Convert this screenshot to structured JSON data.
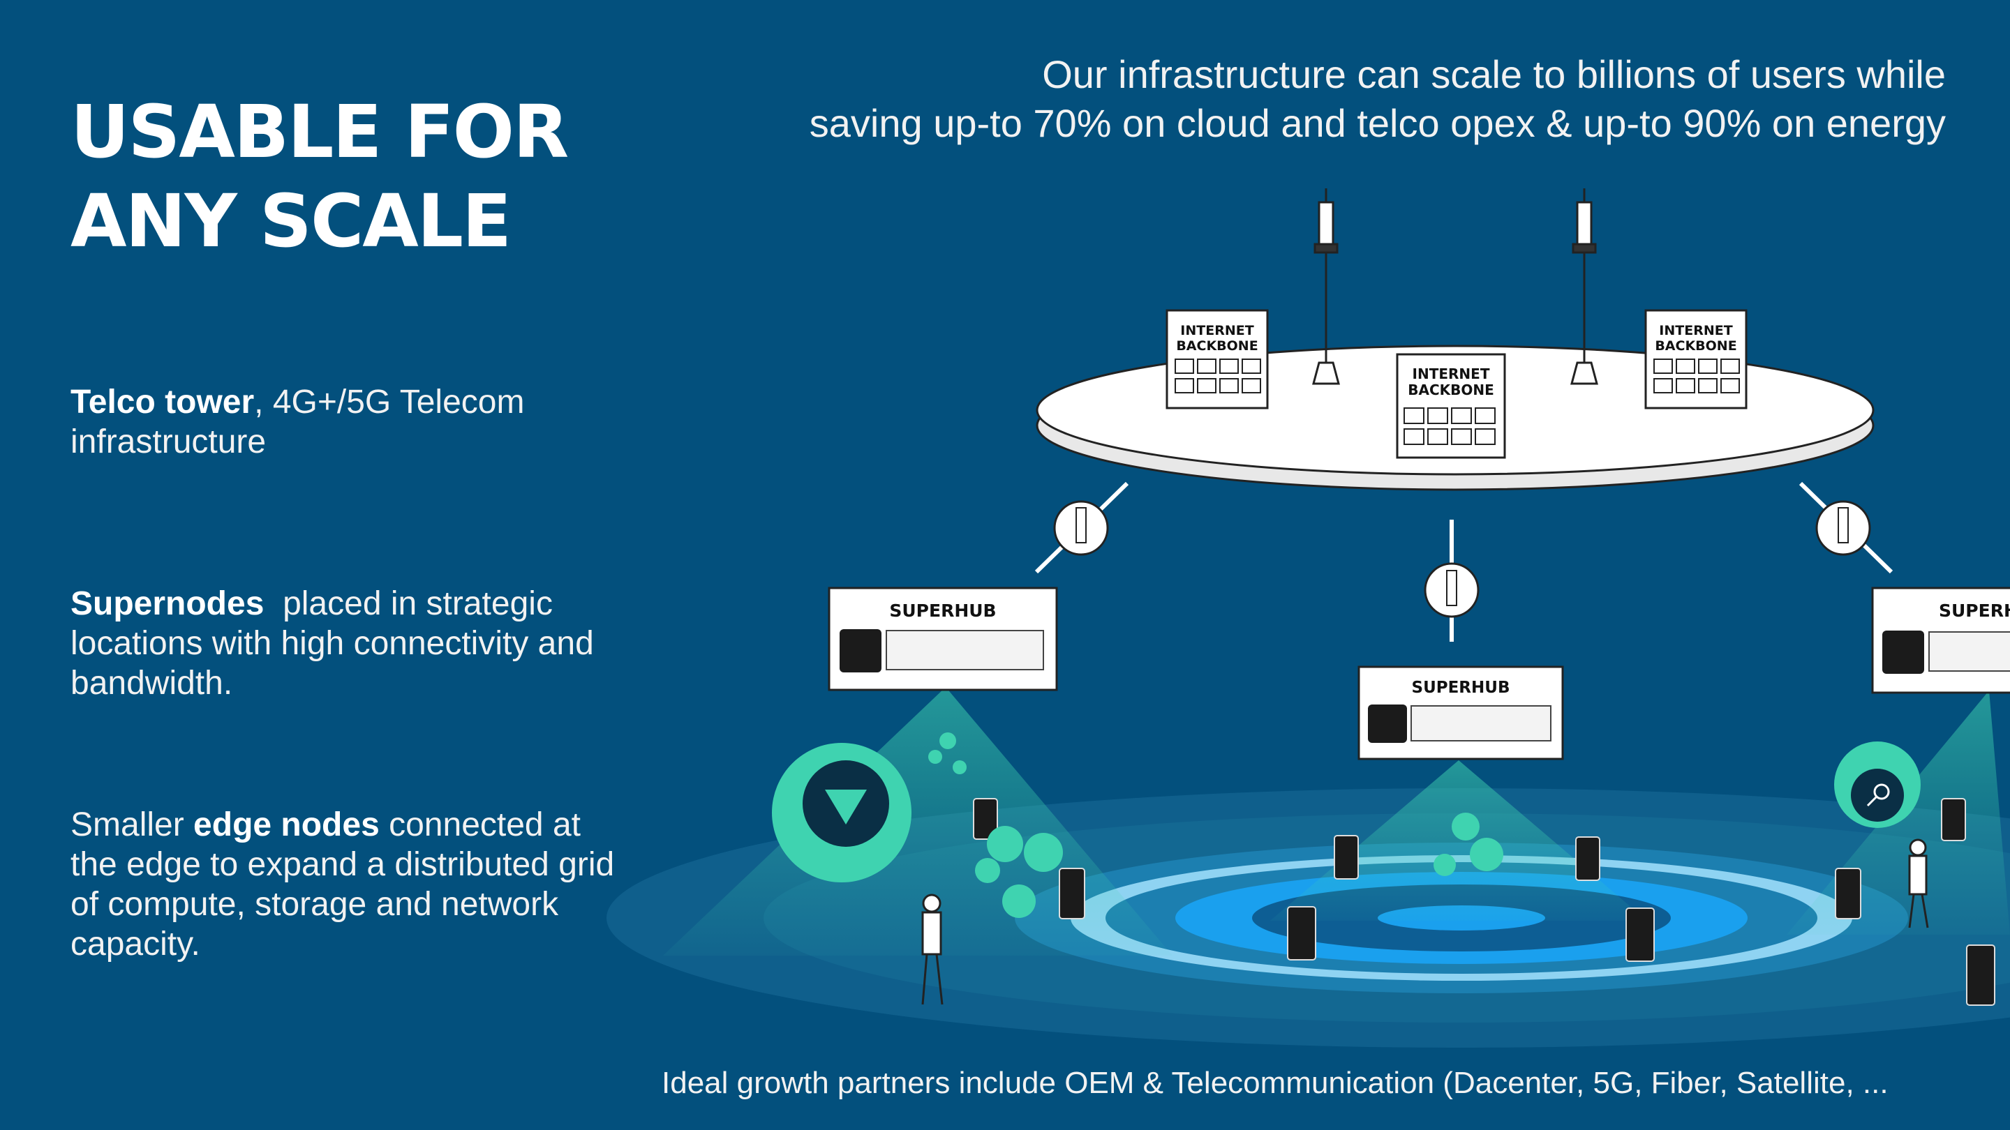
{
  "title": {
    "line1": "USABLE FOR",
    "line2": "ANY SCALE"
  },
  "subtitle": {
    "line1": "Our infrastructure can scale to billions of users while",
    "line2": "saving up-to 70% on cloud and telco opex & up-to 90% on energy"
  },
  "points": [
    {
      "bold": "Telco tower",
      "text": ", 4G+/5G Telecom infrastructure"
    },
    {
      "bold": "Supernodes",
      "text": "  placed in strategic locations with high connectivity and bandwidth.",
      "prefix": ""
    },
    {
      "prefix": "Smaller ",
      "bold": "edge nodes",
      "text": " connected at the edge to expand a distributed grid of compute, storage and network capacity."
    }
  ],
  "diagram": {
    "backbone_line1": "INTERNET",
    "backbone_line2": "BACKBONE",
    "superhub": "SUPERHUB",
    "superhub_cut": "SUPERH"
  },
  "footer": "Ideal growth partners include OEM & Telecommunication  (Dacenter, 5G, Fiber, Satellite, ...",
  "colors": {
    "background": "#03507D",
    "accent": "#3FD3B0",
    "ring": "#1A9BE6"
  }
}
